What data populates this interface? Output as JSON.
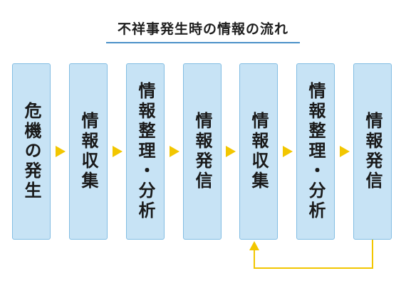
{
  "title": "不祥事発生時の情報の流れ",
  "steps": [
    {
      "label": "危機の発生"
    },
    {
      "label": "情報収集"
    },
    {
      "label": "情報整理・分析"
    },
    {
      "label": "情報発信"
    },
    {
      "label": "情報収集"
    },
    {
      "label": "情報整理・分析"
    },
    {
      "label": "情報発信"
    }
  ],
  "colors": {
    "box_fill": "#c7e3f5",
    "box_border": "#82bde3",
    "arrow": "#f2c600",
    "title_underline": "#4a90c8"
  }
}
